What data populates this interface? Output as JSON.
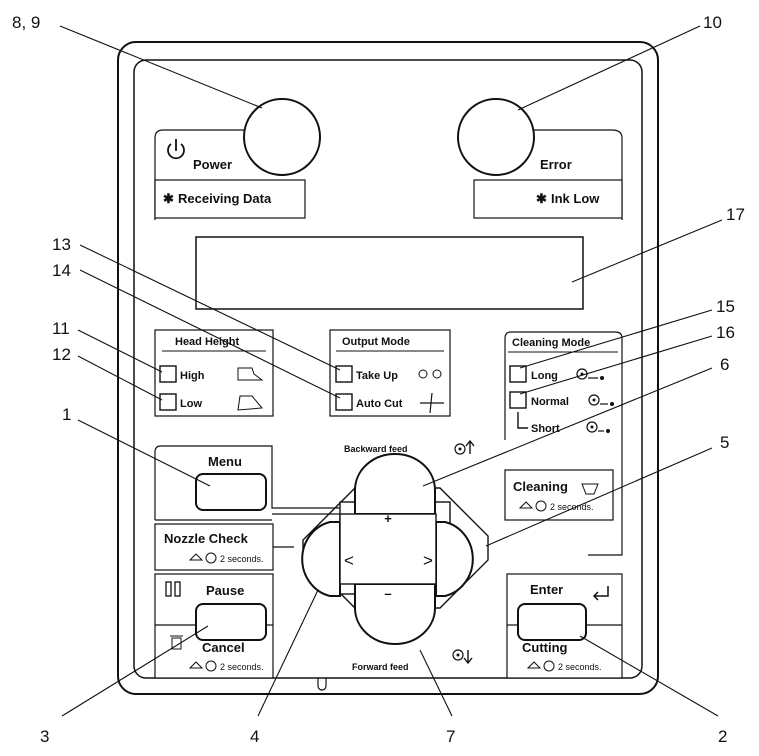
{
  "callouts": {
    "c89": "8, 9",
    "c10": "10",
    "c17": "17",
    "c13": "13",
    "c14": "14",
    "c15": "15",
    "c16": "16",
    "c11": "11",
    "c12": "12",
    "c6": "6",
    "c1": "1",
    "c5": "5",
    "c3": "3",
    "c4": "4",
    "c7": "7",
    "c2": "2"
  },
  "power": {
    "label": "Power",
    "receiving": "Receiving Data"
  },
  "error": {
    "label": "Error",
    "ink_low": "Ink Low"
  },
  "head_height": {
    "title": "Head Height",
    "high": "High",
    "low": "Low"
  },
  "output_mode": {
    "title": "Output Mode",
    "take_up": "Take Up",
    "auto_cut": "Auto Cut"
  },
  "cleaning_mode": {
    "title": "Cleaning Mode",
    "long": "Long",
    "normal": "Normal",
    "short": "Short"
  },
  "buttons": {
    "menu": "Menu",
    "nozzle_check": "Nozzle Check",
    "pause": "Pause",
    "cancel": "Cancel",
    "enter": "Enter",
    "cutting": "Cutting",
    "cleaning": "Cleaning",
    "backward_feed": "Backward feed",
    "forward_feed": "Forward feed",
    "plus": "+",
    "minus": "–",
    "left": "<",
    "right": ">"
  },
  "hold_hint": "2 seconds."
}
